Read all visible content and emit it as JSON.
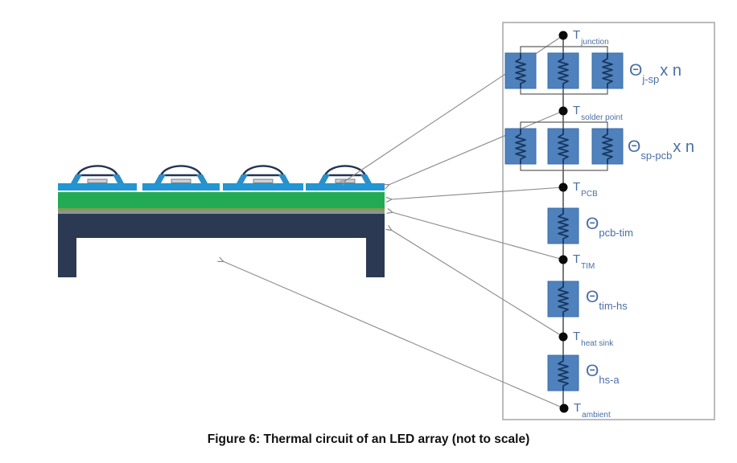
{
  "figure": {
    "caption": "Figure 6: Thermal circuit of an LED array (not to scale)"
  },
  "circuit": {
    "nodes": [
      {
        "main": "T",
        "sub": "junction"
      },
      {
        "main": "T",
        "sub": "solder point"
      },
      {
        "main": "T",
        "sub": "PCB"
      },
      {
        "main": "T",
        "sub": "TIM"
      },
      {
        "main": "T",
        "sub": "heat sink"
      },
      {
        "main": "T",
        "sub": "ambient"
      }
    ],
    "resistors": [
      {
        "theta": "Θ",
        "sub": "j-sp",
        "mult": "x n"
      },
      {
        "theta": "Θ",
        "sub": "sp-pcb",
        "mult": "x n"
      },
      {
        "theta": "Θ",
        "sub": "pcb-tim",
        "mult": ""
      },
      {
        "theta": "Θ",
        "sub": "tim-hs",
        "mult": ""
      },
      {
        "theta": "Θ",
        "sub": "hs-a",
        "mult": ""
      }
    ]
  },
  "colors": {
    "resistor_blue": "#4f81bd",
    "led_blue": "#2196d3",
    "pcb_green": "#22ab54",
    "tim_gray": "#8d939b",
    "heatsink_navy": "#2b3a52",
    "label_blue": "#4a6fa5",
    "arrow_gray": "#8a8a8a"
  }
}
